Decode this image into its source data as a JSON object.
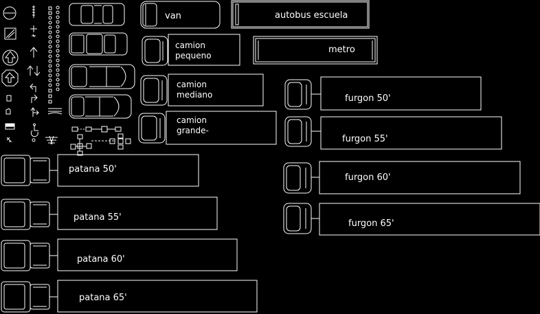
{
  "drawing": {
    "background": "#000000",
    "line_color": "#ffffff",
    "labels": {
      "van": "van",
      "autobus": "autobus escuela",
      "metro": "metro",
      "camion_pequeno_1": "camion",
      "camion_pequeno_2": "pequeno",
      "camion_mediano_1": "camion",
      "camion_mediano_2": "mediano",
      "camion_grande_1": "camion",
      "camion_grande_2": "grande-",
      "furgon_50": "furgon 50'",
      "furgon_55": "furgon 55'",
      "furgon_60": "furgon 60'",
      "furgon_65": "furgon 65'",
      "patana_50": "patana 50'",
      "patana_55": "patana 55'",
      "patana_60": "patana 60'",
      "patana_65": "patana 65'"
    }
  }
}
